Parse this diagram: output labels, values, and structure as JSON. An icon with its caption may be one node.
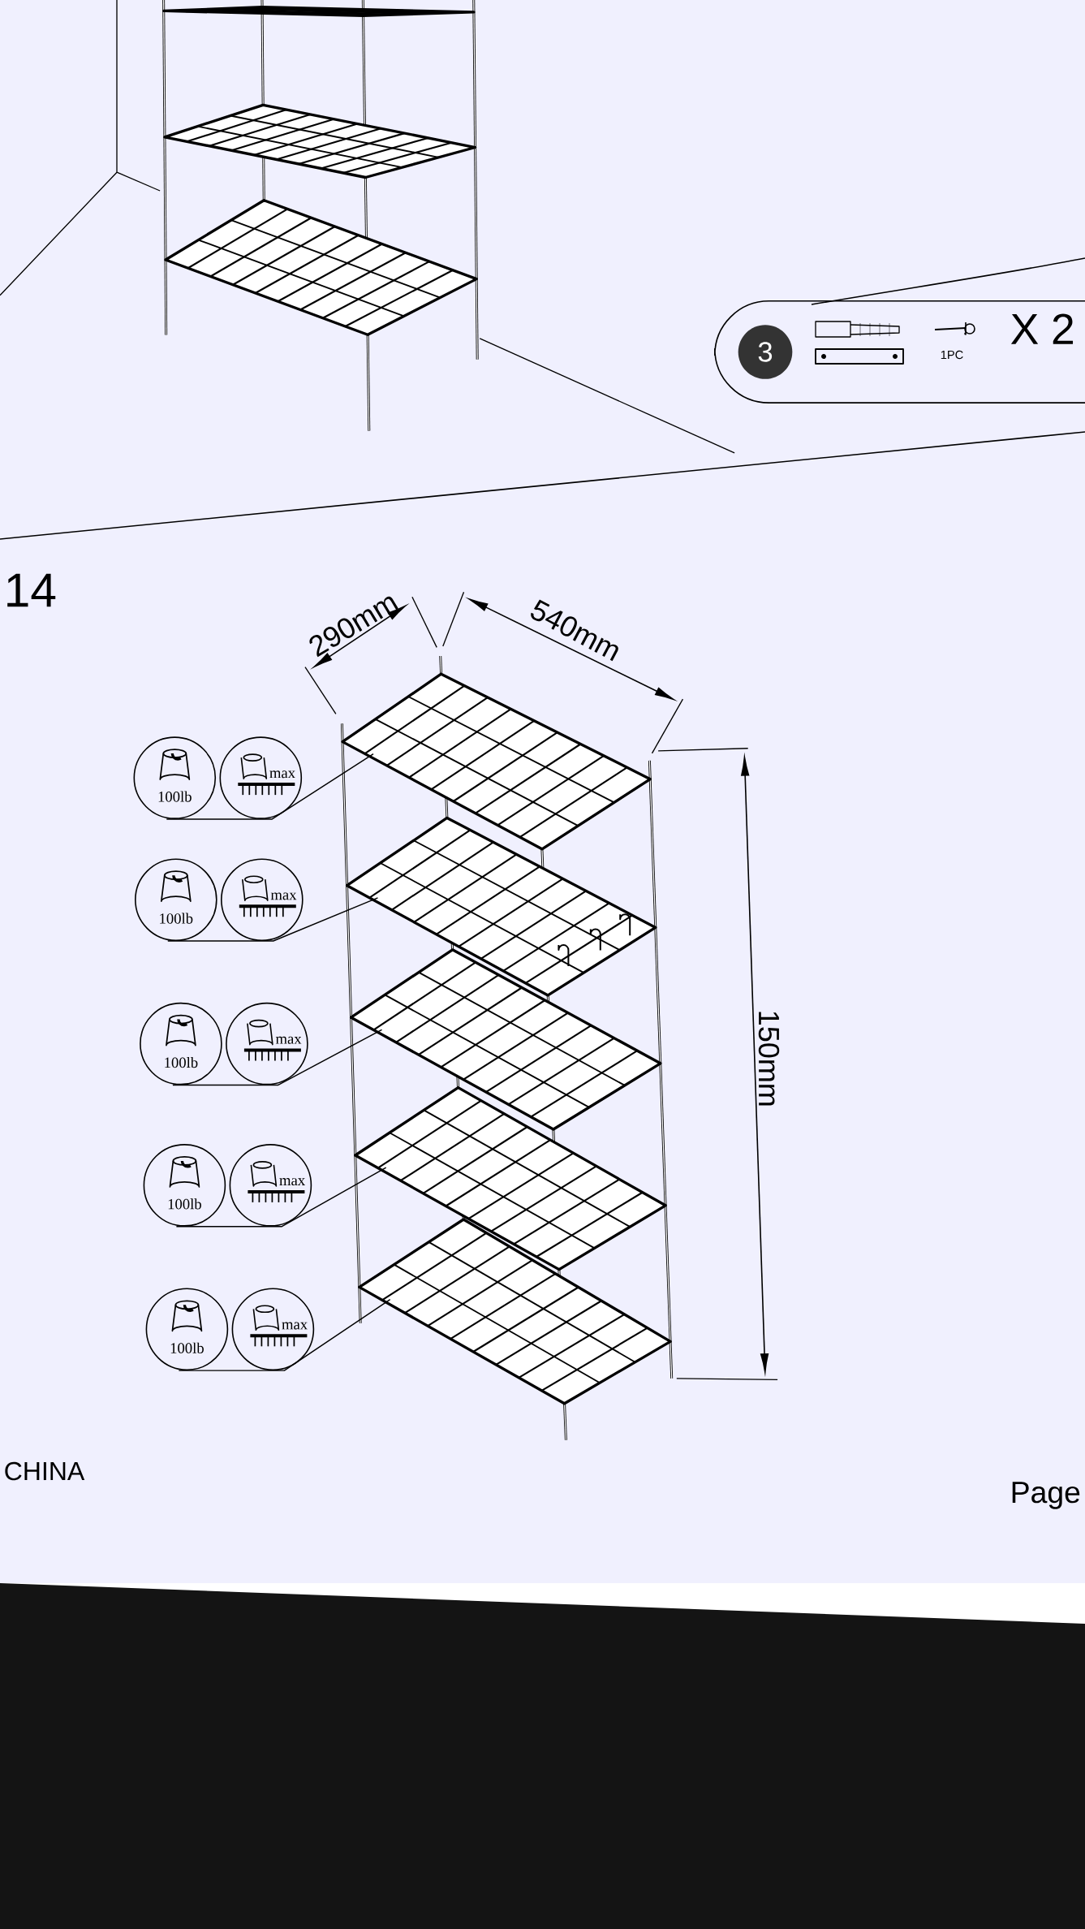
{
  "diagram": {
    "nodes": [
      {
        "text": [
          "1PC",
          "X 2"
        ]
      },
      {
        "text": [
          "3"
        ],
        "in": 0
      },
      {
        "text": [
          "100lb"
        ]
      },
      {
        "text": [
          "max"
        ]
      },
      {
        "text": [
          "100lb"
        ]
      },
      {
        "text": [
          "max"
        ]
      },
      {
        "text": [
          "100lb"
        ]
      },
      {
        "text": [
          "max"
        ]
      },
      {
        "text": [
          "100lb"
        ]
      },
      {
        "text": [
          "max"
        ]
      },
      {
        "text": [
          "100lb"
        ]
      },
      {
        "text": [
          "max"
        ]
      }
    ],
    "edges": [
      {
        "from": 2,
        "to": null,
        "arrow": "none"
      },
      {
        "from": 4,
        "to": null,
        "arrow": "none"
      },
      {
        "from": 6,
        "to": null,
        "arrow": "none"
      },
      {
        "from": 8,
        "to": null,
        "arrow": "none"
      },
      {
        "from": 10,
        "to": null,
        "arrow": "none"
      }
    ],
    "labels": [
      "14",
      "290mm",
      "540mm",
      "150mm",
      "CHINA",
      "Page"
    ]
  }
}
